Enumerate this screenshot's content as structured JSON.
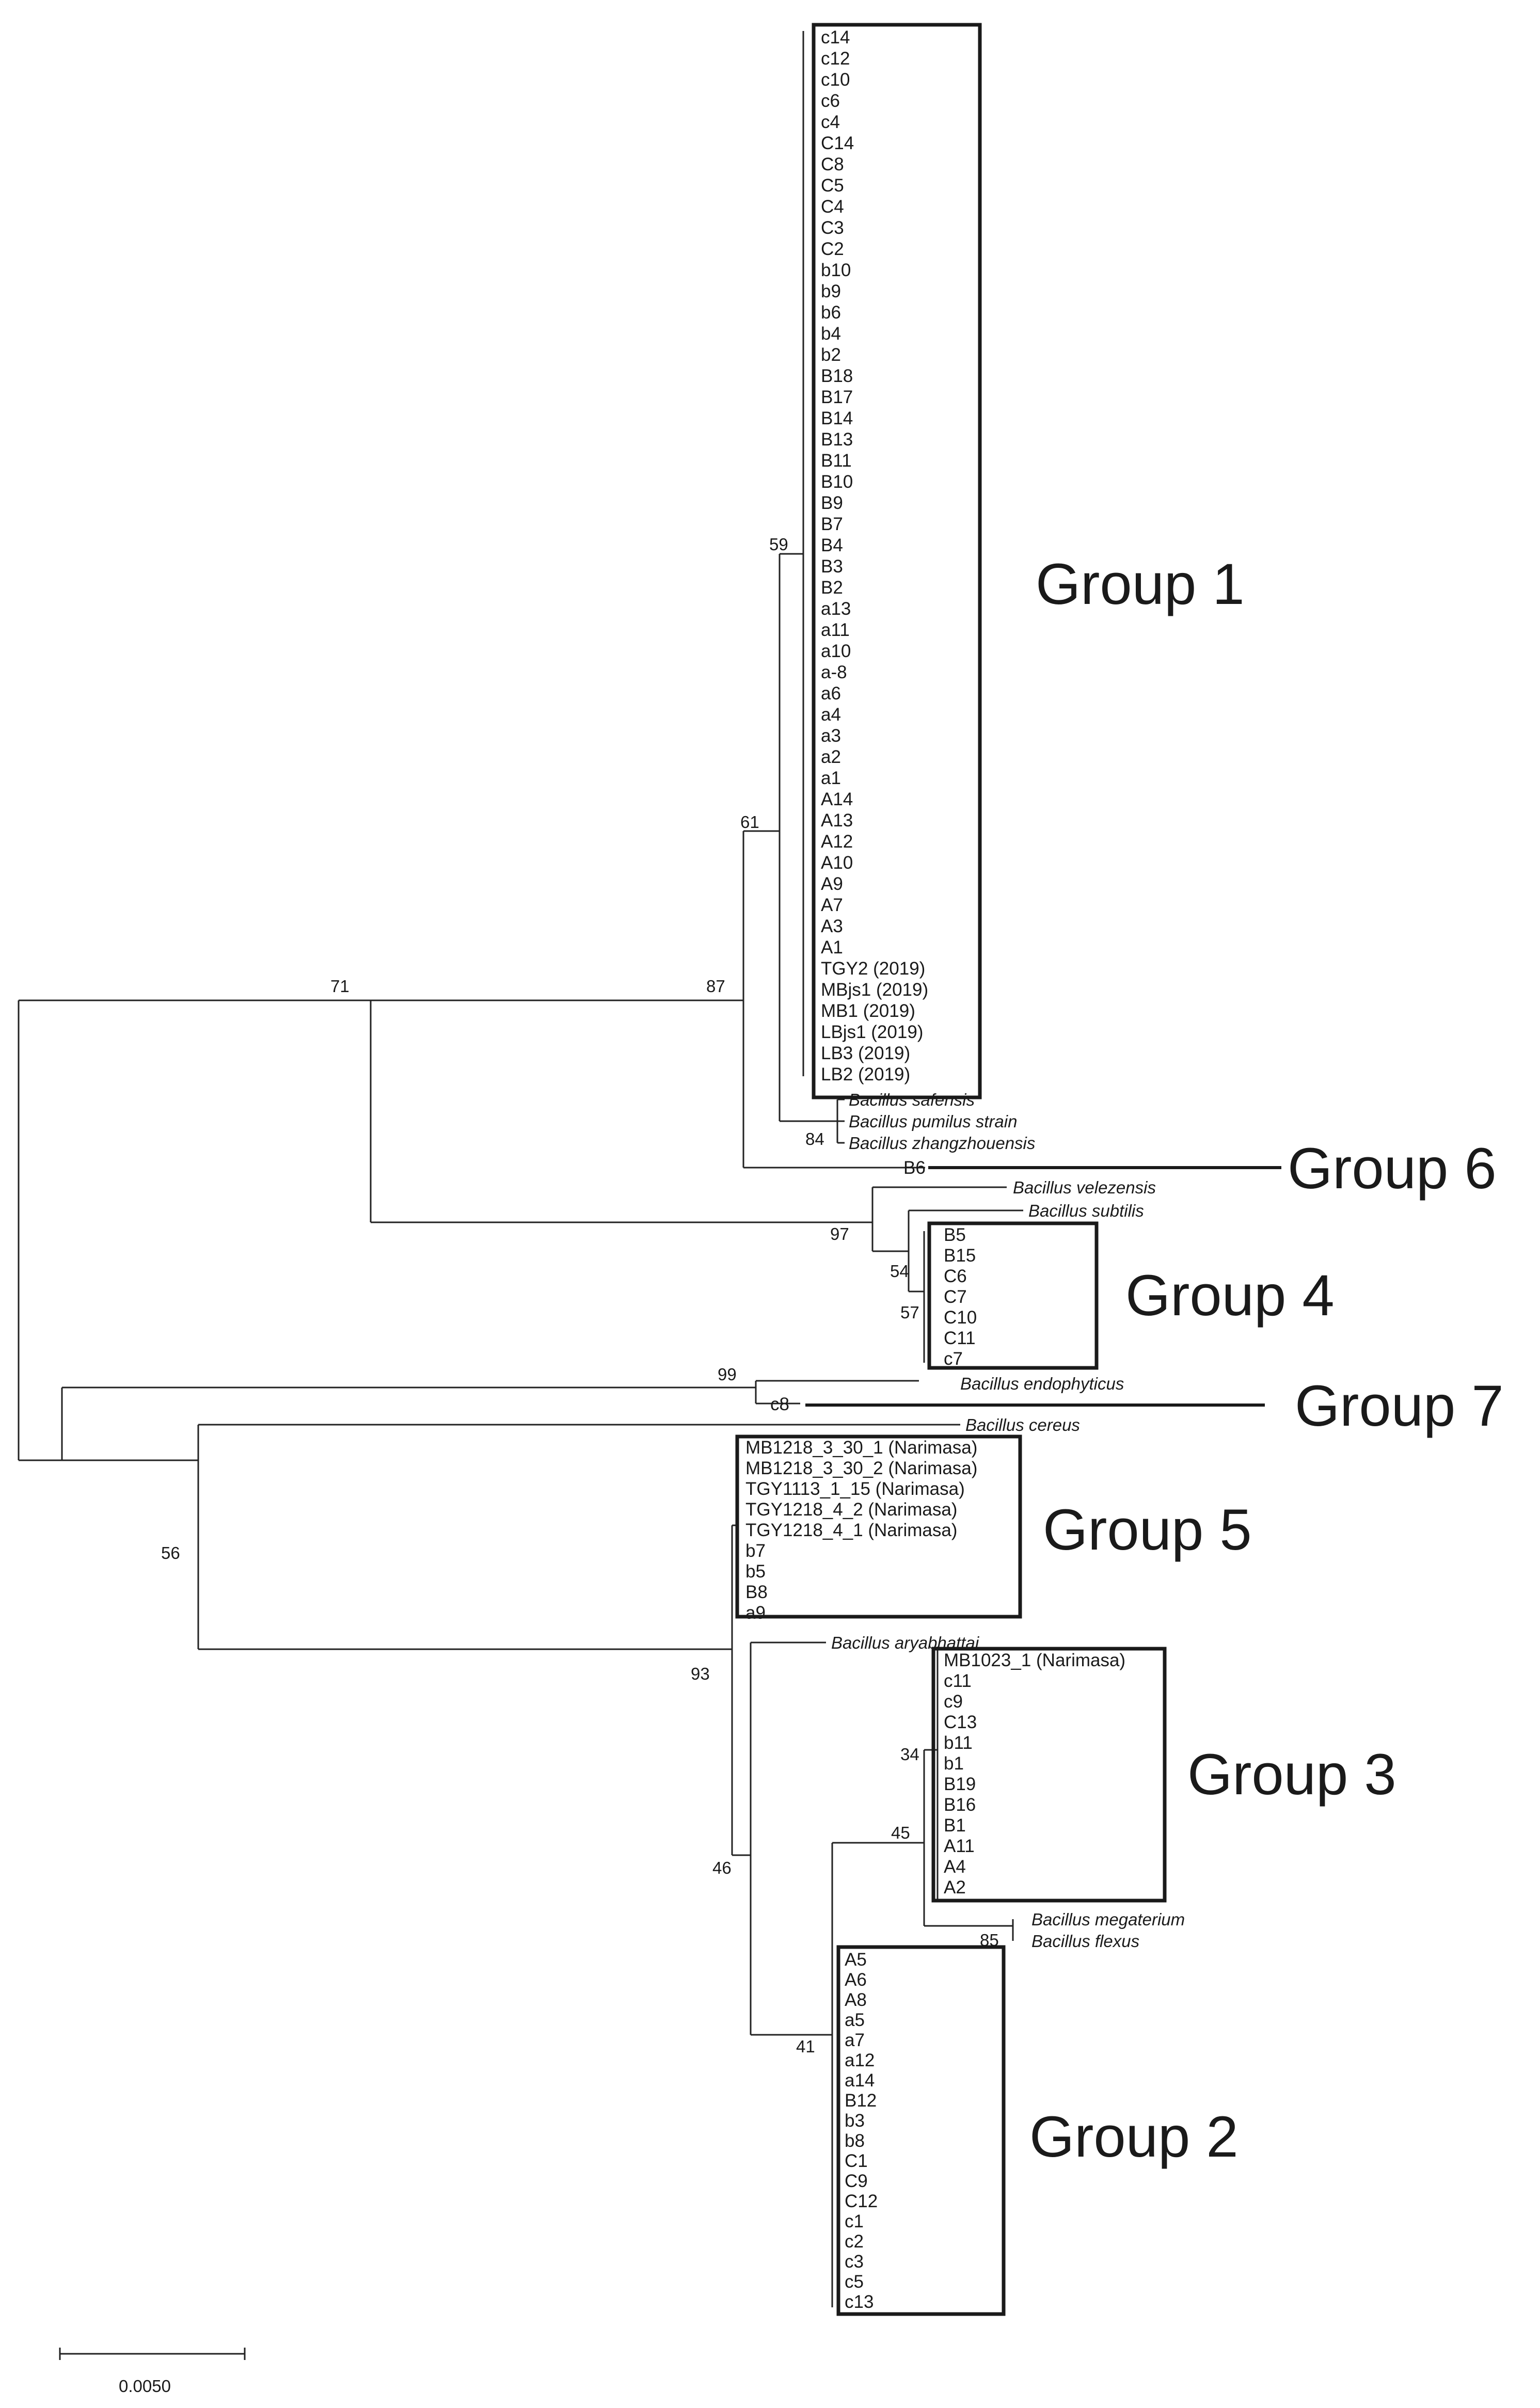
{
  "leaves": {
    "g1": [
      "c14",
      "c12",
      "c10",
      "c6",
      "c4",
      "C14",
      "C8",
      "C5",
      "C4",
      "C3",
      "C2",
      "b10",
      "b9",
      "b6",
      "b4",
      "b2",
      "B18",
      "B17",
      "B14",
      "B13",
      "B11",
      "B10",
      "B9",
      "B7",
      "B4",
      "B3",
      "B2",
      "a13",
      "a11",
      "a10",
      "a-8",
      "a6",
      "a4",
      "a3",
      "a2",
      "a1",
      "A14",
      "A13",
      "A12",
      "A10",
      "A9",
      "A7",
      "A3",
      "A1",
      "TGY2 (2019)",
      "MBjs1 (2019)",
      "MB1 (2019)",
      "LBjs1 (2019)",
      "LB3 (2019)",
      "LB2 (2019)"
    ],
    "g4": [
      "B5",
      "B15",
      "C6",
      "C7",
      "C10",
      "C11",
      "c7"
    ],
    "g5": [
      "MB1218_3_30_1 (Narimasa)",
      "MB1218_3_30_2 (Narimasa)",
      "TGY1113_1_15 (Narimasa)",
      "TGY1218_4_2 (Narimasa)",
      "TGY1218_4_1 (Narimasa)",
      "b7",
      "b5",
      "B8",
      "a9"
    ],
    "g3": [
      "MB1023_1 (Narimasa)",
      "c11",
      "c9",
      "C13",
      "b11",
      "b1",
      "B19",
      "B16",
      "B1",
      "A11",
      "A4",
      "A2"
    ],
    "g2": [
      "A5",
      "A6",
      "A8",
      "a5",
      "a7",
      "a12",
      "a14",
      "B12",
      "b3",
      "b8",
      "C1",
      "C9",
      "C12",
      "c1",
      "c2",
      "c3",
      "c5",
      "c13"
    ]
  },
  "species": {
    "safensis": "Bacillus safensis",
    "pumilus": "Bacillus pumilus strain",
    "zhangzhouensis": "Bacillus zhangzhouensis",
    "velezensis": "Bacillus velezensis",
    "subtilis": "Bacillus subtilis",
    "endophyticus": "Bacillus endophyticus",
    "cereus": "Bacillus cereus",
    "aryabhattai": "Bacillus aryabhattai",
    "megaterium": "Bacillus megaterium",
    "flexus": "Bacillus flexus"
  },
  "single_leaves": {
    "b6": "B6",
    "c8": "c8"
  },
  "groups": {
    "g1": "Group 1",
    "g2": "Group 2",
    "g3": "Group 3",
    "g4": "Group 4",
    "g5": "Group 5",
    "g6": "Group 6",
    "g7": "Group 7"
  },
  "bootstrap": {
    "n71": "71",
    "n87": "87",
    "n61": "61",
    "n59": "59",
    "n84": "84",
    "n97": "97",
    "n54": "54",
    "n57": "57",
    "n99": "99",
    "n56": "56",
    "n93": "93",
    "n46": "46",
    "n34": "34",
    "n45": "45",
    "n85": "85",
    "n41": "41"
  },
  "scale_bar": {
    "label": "0.0050",
    "length": 0.005
  }
}
